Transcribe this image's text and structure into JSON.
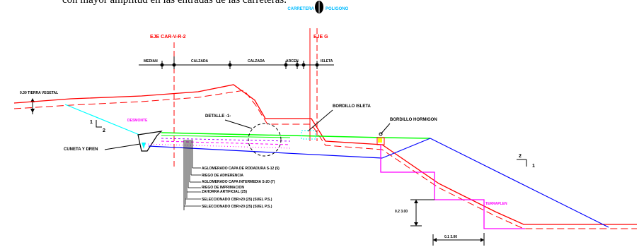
{
  "header_text": "con mayor amplitud en las entradas de las carreteras.",
  "top_label_left": "CARRETERA",
  "top_label_right": "POLIGONO",
  "axis_labels": {
    "left": "EJE CAR-V-R-2",
    "right": "EJE G"
  },
  "cross_section": [
    "MEDIAN",
    "CALZADA",
    "CALZADA",
    "ARCEN",
    "ISLETA"
  ],
  "tierra_vegetal": "0.30 TIERRA VEGETAL",
  "desmonte": "DESMONTE",
  "slope_left": {
    "v": "1",
    "h": "2"
  },
  "slope_right": {
    "v": "2",
    "h": "1"
  },
  "detalle": "DETALLE -1-",
  "bordillo_isleta": "BORDILLO ISLETA",
  "bordillo_hormigon": "BORDILLO HORMIGON",
  "cuneta": "CUNETA Y DREN",
  "terraplen": "TERRAPLEN",
  "dim_height": "0.2 3.00",
  "dim_width": "0.1 3.00",
  "layers": [
    "AGLOMERADO CAPA DE RODADURA S-12 (5)",
    "RIEGO DE ADHERENCIA",
    "AGLOMERADO CAPA INTERMEDIA S-20 (7)",
    "RIEGO DE IMPRIMACION",
    "ZAHORRA ARTIFICIAL (25)",
    "SELECCIONADO CBR>20 (25) (SUEL P.S.)",
    "SELECCIONADO CBR>20 (25) (SUEL P.S.)"
  ],
  "colors": {
    "red": "#ff0000",
    "cyan": "#00ffff",
    "magenta": "#ff00ff",
    "green": "#00ff00",
    "blue": "#0000ff",
    "black": "#000000",
    "purple": "#aa00ff"
  }
}
